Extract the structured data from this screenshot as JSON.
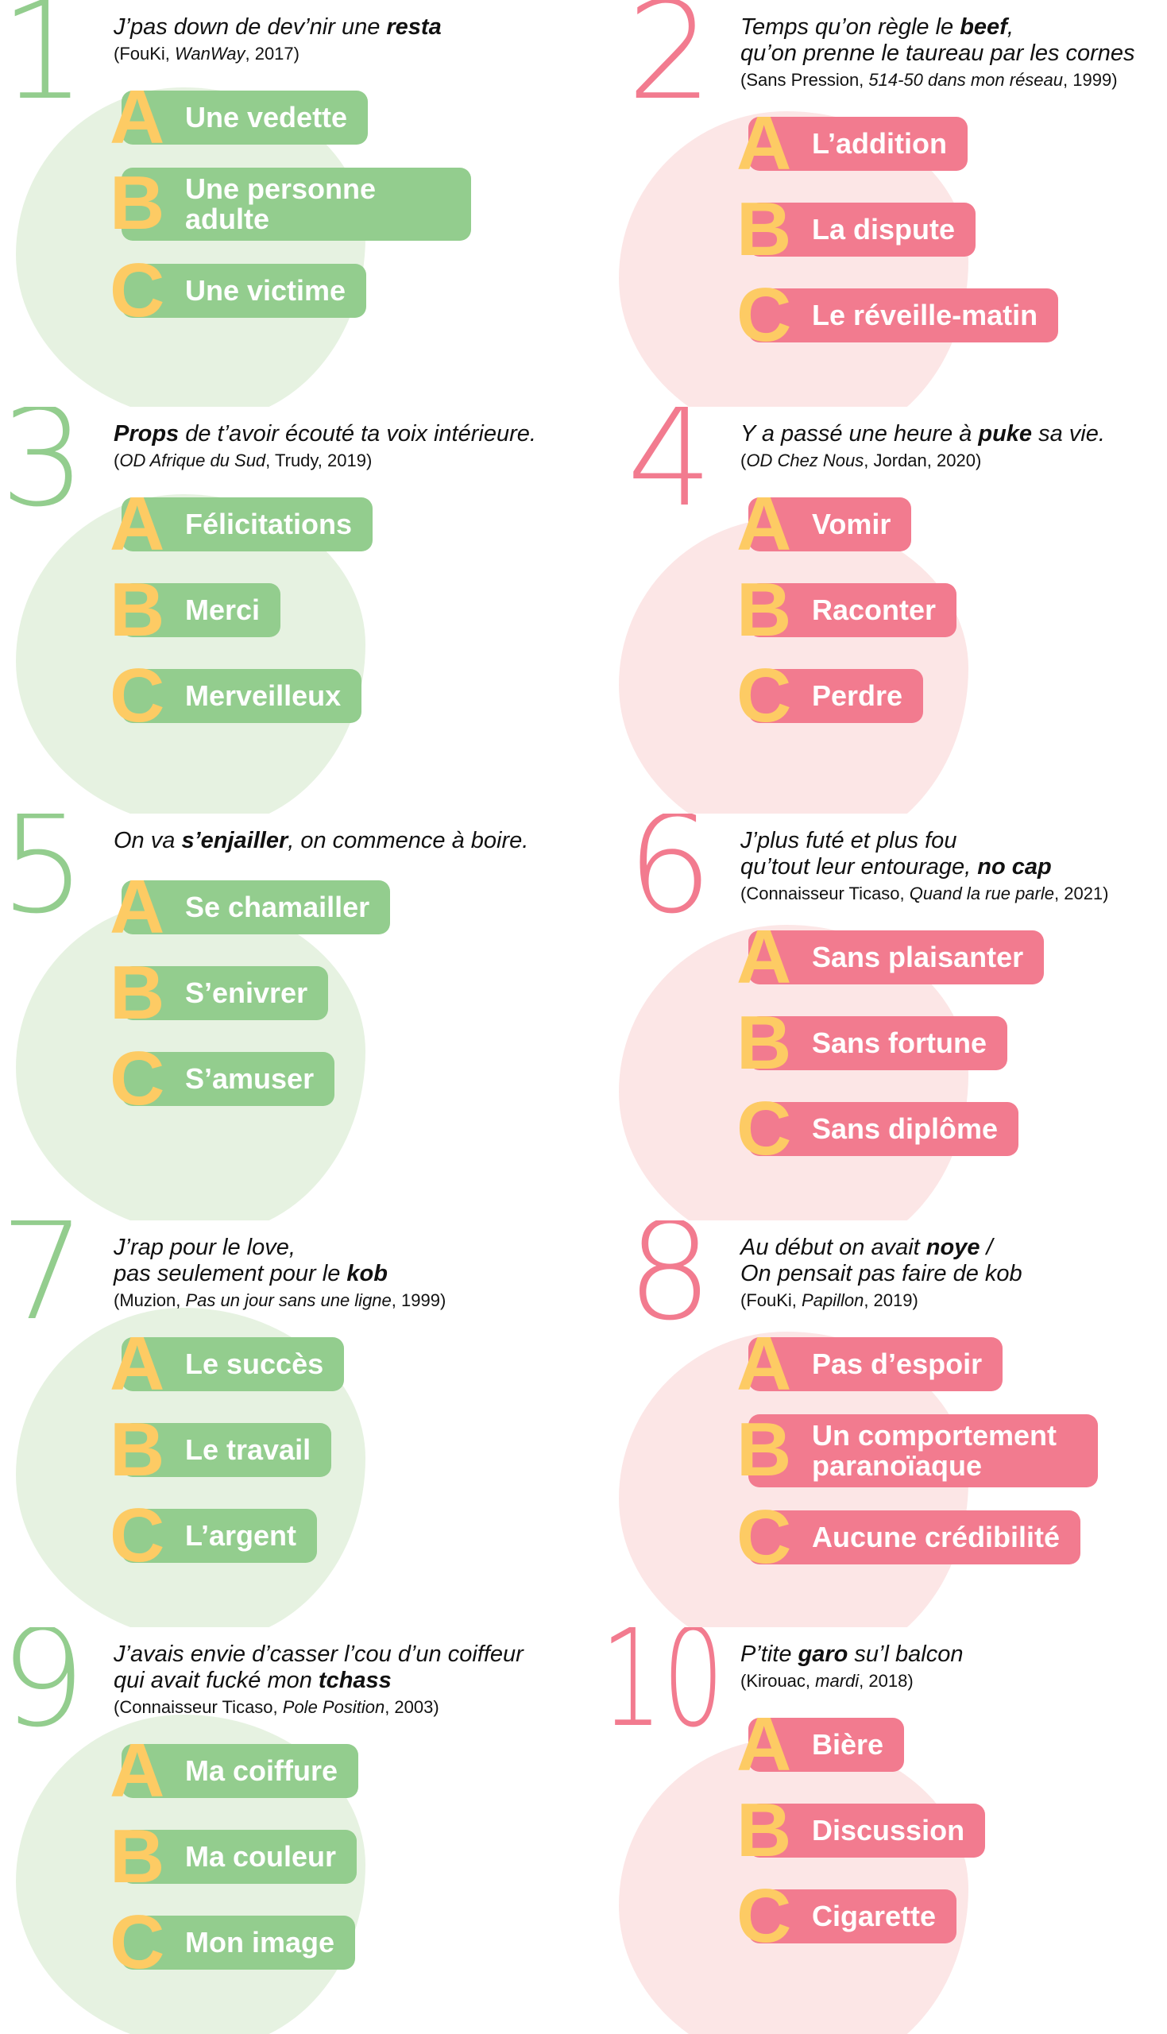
{
  "colors": {
    "green": "#93cd8e",
    "pink": "#f27b8f",
    "yellow": "#fdcb64"
  },
  "questions": [
    {
      "number": "1",
      "theme": "green",
      "lines": [
        [
          "J’pas down de dev’nir une ",
          "resta",
          ""
        ]
      ],
      "cite": [
        "(FouKi, ",
        "WanWay",
        ", 2017)"
      ],
      "options": [
        "Une vedette",
        "Une personne adulte",
        "Une victime"
      ]
    },
    {
      "number": "2",
      "theme": "pink",
      "lines": [
        [
          "Temps qu’on règle le ",
          "beef",
          ","
        ],
        [
          "qu’on prenne le taureau par les cornes",
          "",
          ""
        ]
      ],
      "cite": [
        "(Sans Pression, ",
        "514-50 dans mon réseau",
        ", 1999)"
      ],
      "options": [
        "L’addition",
        "La dispute",
        "Le réveille-matin"
      ]
    },
    {
      "number": "3",
      "theme": "green",
      "lines": [
        [
          "",
          "Props",
          " de t’avoir écouté ta voix intérieure."
        ]
      ],
      "cite": [
        "(",
        "OD Afrique du Sud",
        ", Trudy, 2019)"
      ],
      "options": [
        "Félicitations",
        "Merci",
        "Merveilleux"
      ]
    },
    {
      "number": "4",
      "theme": "pink",
      "lines": [
        [
          "Y a passé une heure à ",
          "puke",
          " sa vie."
        ]
      ],
      "cite": [
        "(",
        "OD Chez Nous",
        ", Jordan, 2020)"
      ],
      "options": [
        "Vomir",
        "Raconter",
        "Perdre"
      ]
    },
    {
      "number": "5",
      "theme": "green",
      "lines": [
        [
          "On va ",
          "s’enjailler",
          ", on commence à boire."
        ]
      ],
      "cite": [
        "",
        "",
        ""
      ],
      "options": [
        "Se chamailler",
        "S’enivrer",
        "S’amuser"
      ]
    },
    {
      "number": "6",
      "theme": "pink",
      "lines": [
        [
          "J’plus futé et plus fou",
          "",
          ""
        ],
        [
          "qu’tout leur entourage, ",
          "no cap",
          ""
        ]
      ],
      "cite": [
        "(Connaisseur Ticaso, ",
        "Quand la rue parle",
        ", 2021)"
      ],
      "options": [
        "Sans plaisanter",
        "Sans fortune",
        "Sans diplôme"
      ]
    },
    {
      "number": "7",
      "theme": "green",
      "lines": [
        [
          "J’rap pour le love,",
          "",
          ""
        ],
        [
          "pas seulement pour le ",
          "kob",
          ""
        ]
      ],
      "cite": [
        "(Muzion, ",
        "Pas un jour sans une ligne",
        ", 1999)"
      ],
      "options": [
        "Le succès",
        "Le travail",
        "L’argent"
      ]
    },
    {
      "number": "8",
      "theme": "pink",
      "lines": [
        [
          "Au début on avait ",
          "noye",
          " /"
        ],
        [
          "On pensait pas faire de kob",
          "",
          ""
        ]
      ],
      "cite": [
        "(FouKi, ",
        "Papillon",
        ", 2019)"
      ],
      "options": [
        "Pas d’espoir",
        "Un comportement paranoïaque",
        "Aucune crédibilité"
      ]
    },
    {
      "number": "9",
      "theme": "green",
      "lines": [
        [
          "J’avais envie d’casser l’cou d’un coiffeur",
          "",
          ""
        ],
        [
          "qui avait fucké mon ",
          "tchass",
          ""
        ]
      ],
      "cite": [
        "(Connaisseur Ticaso, ",
        "Pole Position",
        ", 2003)"
      ],
      "options": [
        "Ma coiffure",
        "Ma couleur",
        "Mon image"
      ]
    },
    {
      "number": "10",
      "theme": "pink",
      "lines": [
        [
          "P’tite ",
          "garo",
          " su’l balcon"
        ]
      ],
      "cite": [
        "(Kirouac, ",
        "mardi",
        ", 2018)"
      ],
      "options": [
        "Bière",
        "Discussion",
        "Cigarette"
      ]
    }
  ],
  "letters": [
    "A",
    "B",
    "C"
  ]
}
